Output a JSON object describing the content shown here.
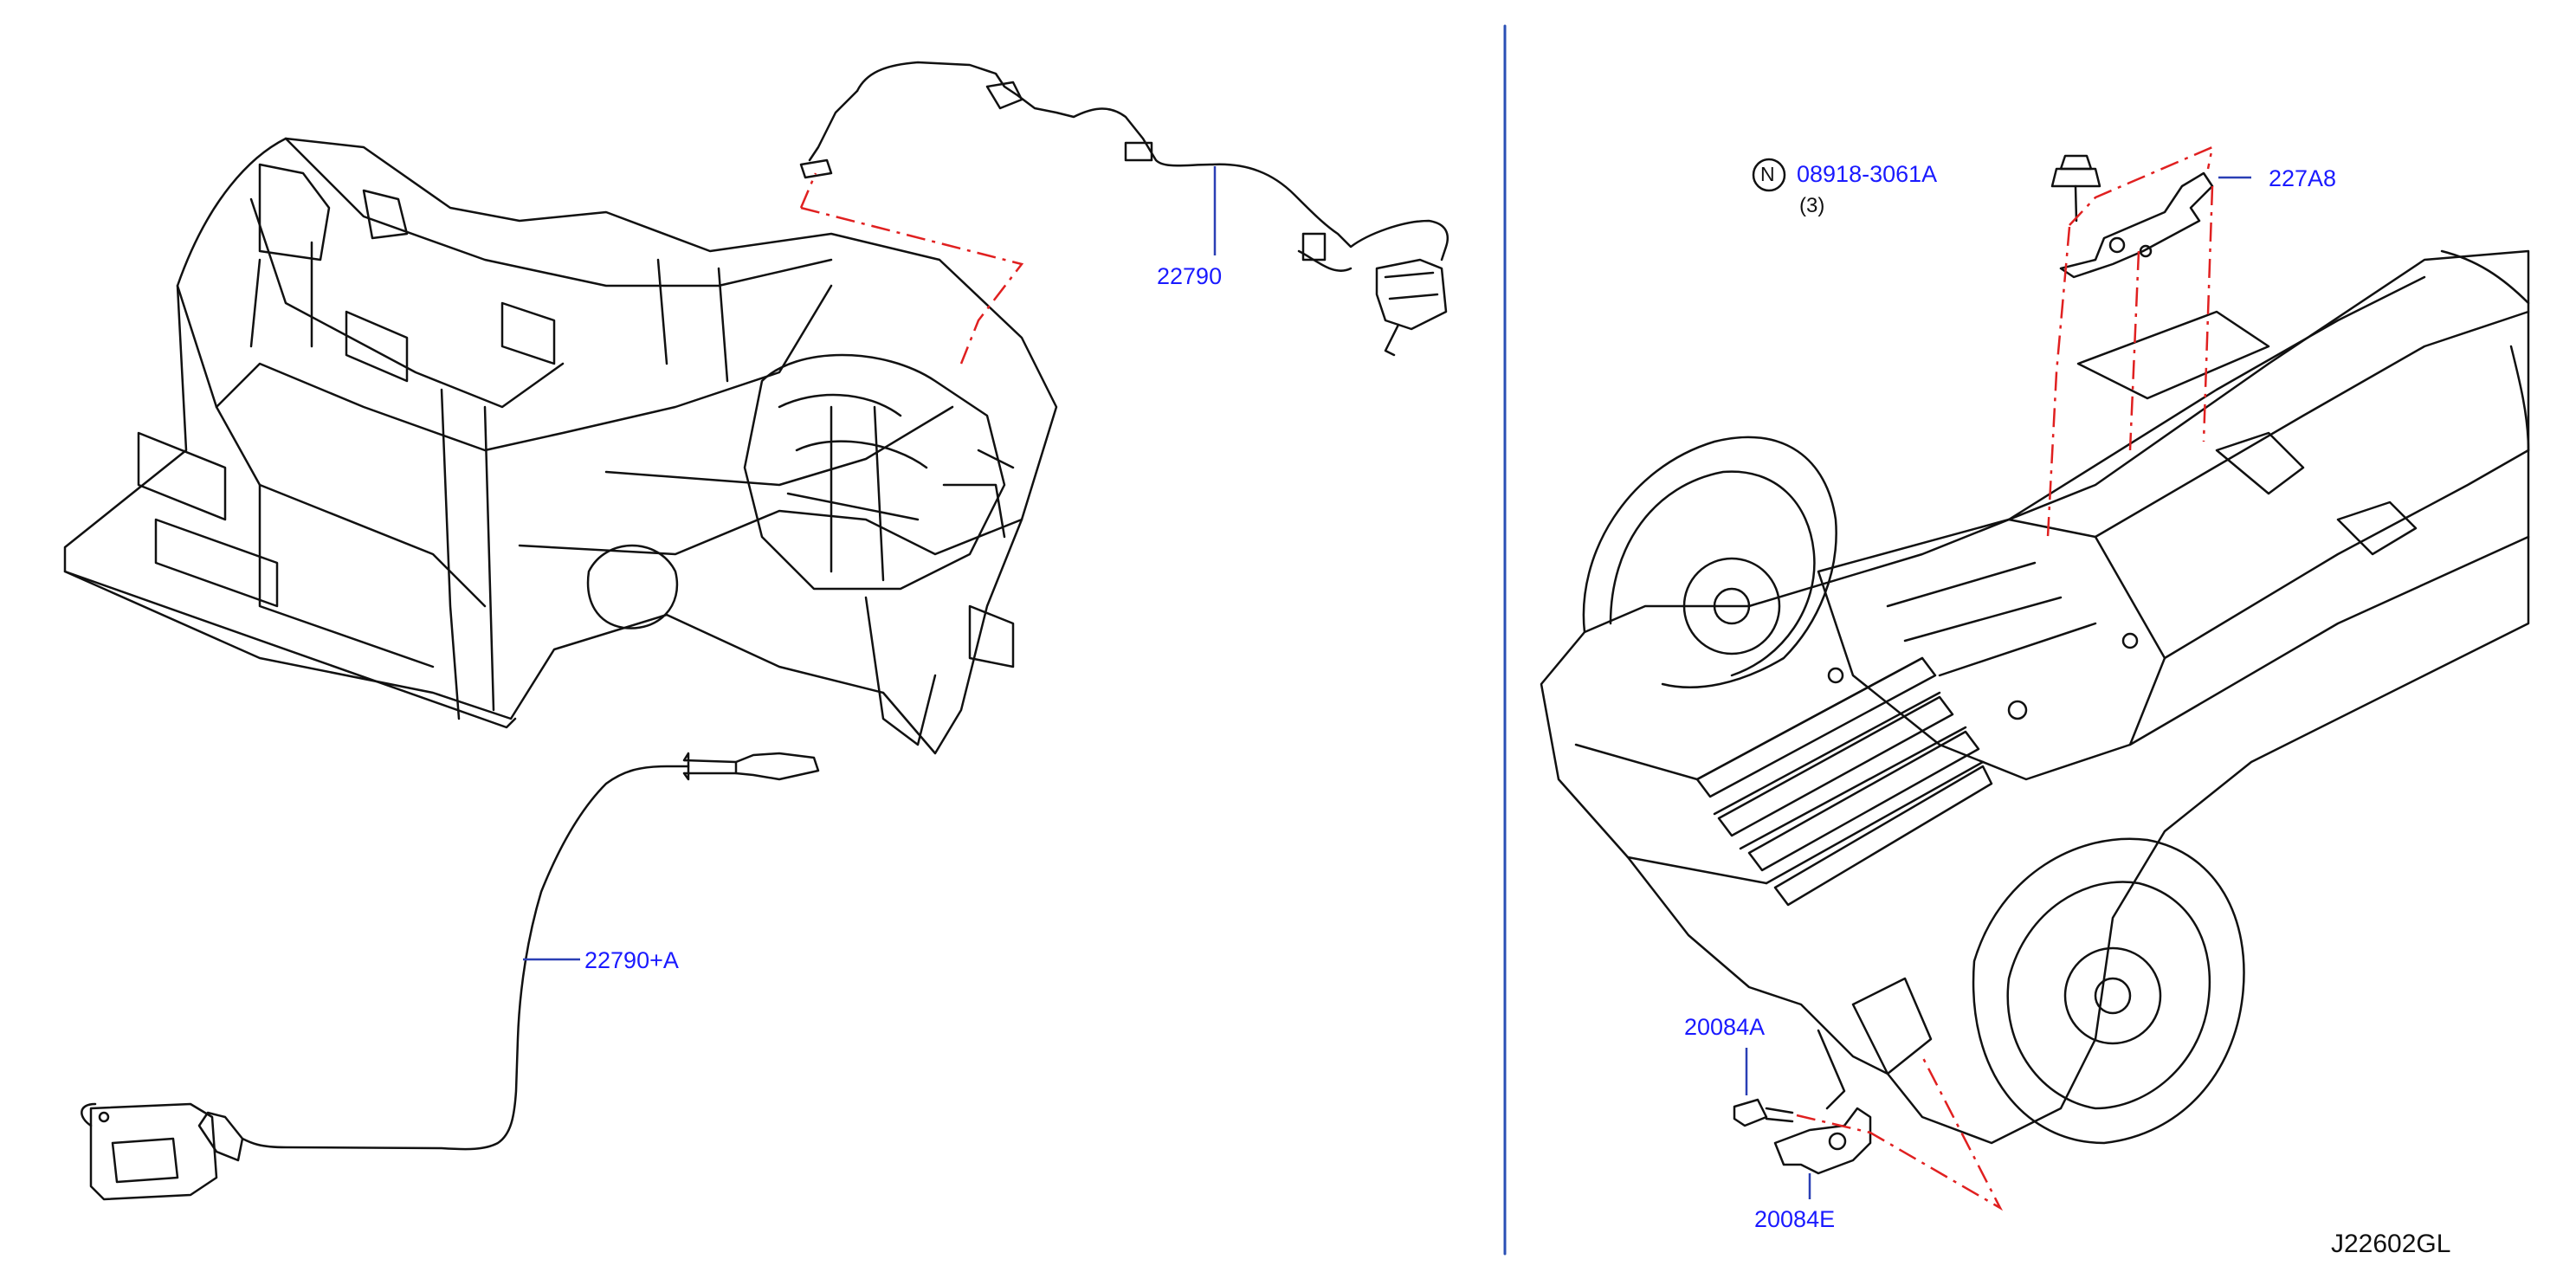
{
  "colors": {
    "callout": "#1a1aff",
    "dimension": "#e02020",
    "line": "#111111"
  },
  "parts": [
    {
      "id": "p22790",
      "label": "22790"
    },
    {
      "id": "p22790a",
      "label": "22790+A"
    },
    {
      "id": "p08918",
      "label": "08918-3061A",
      "symbol": "N",
      "qty": "(3)"
    },
    {
      "id": "p227a8",
      "label": "227A8"
    },
    {
      "id": "p20084a",
      "label": "20084A"
    },
    {
      "id": "p20084e",
      "label": "20084E"
    }
  ],
  "figure_id": "J22602GL",
  "icons": [
    "nut-icon",
    "bolt-icon",
    "bracket-icon",
    "nox-sensor-icon",
    "oxygen-sensor-icon"
  ]
}
